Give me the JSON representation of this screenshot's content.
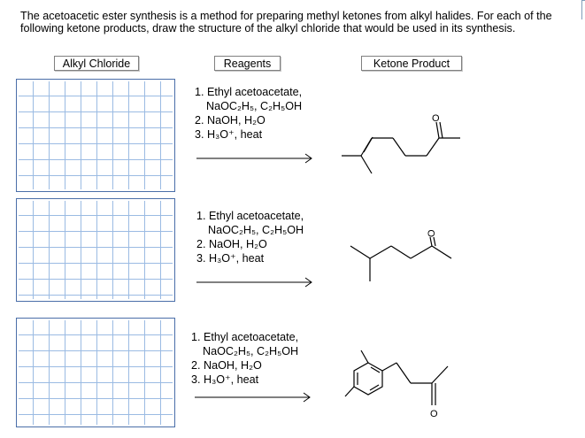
{
  "question": {
    "text": "The acetoacetic ester synthesis is a method for preparing methyl ketones from alkyl halides. For each of the following ketone products, draw the structure of the alkyl chloride that would be used in its synthesis."
  },
  "headers": {
    "alkyl_chloride": "Alkyl Chloride",
    "reagents": "Reagents",
    "ketone_product": "Ketone Product"
  },
  "rows": [
    {
      "step1": "1. Ethyl acetoacetate,",
      "step1b": "NaOC₂H₅, C₂H₅OH",
      "step2": "2. NaOH, H₂O",
      "step3": "3. H₃O⁺, heat",
      "oxygen": "O"
    },
    {
      "step1": "1. Ethyl acetoacetate,",
      "step1b": "NaOC₂H₅, C₂H₅OH",
      "step2": "2. NaOH, H₂O",
      "step3": "3. H₃O⁺, heat",
      "oxygen": "O"
    },
    {
      "step1": "1. Ethyl acetoacetate,",
      "step1b": "NaOC₂H₅, C₂H₅OH",
      "step2": "2. NaOH, H₂O",
      "step3": "3. H₃O⁺, heat",
      "oxygen": "O"
    }
  ]
}
